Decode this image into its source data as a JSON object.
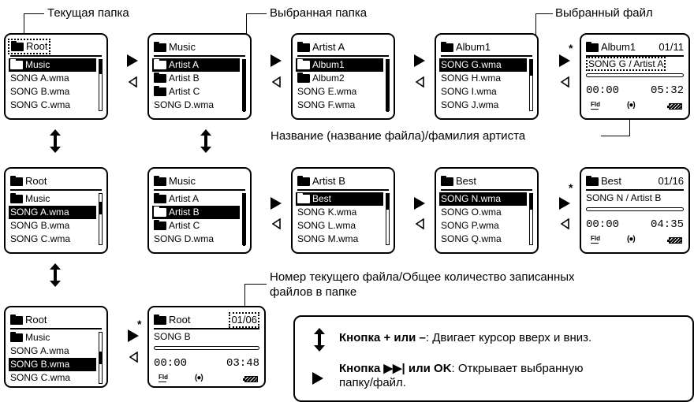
{
  "labels": {
    "current_folder": "Текущая папка",
    "selected_folder": "Выбранная папка",
    "selected_file": "Выбранный файл",
    "title_artist": "Название (название файла)/фамилия артиста",
    "file_count_line1": "Номер текущего файла/Общее количество записанных",
    "file_count_line2": "файлов в папке"
  },
  "screens": {
    "r1c1": {
      "header": "Root",
      "rows": [
        "Music",
        "SONG A.wma",
        "SONG B.wma",
        "SONG C.wma"
      ]
    },
    "r1c2": {
      "header": "Music",
      "rows": [
        "Artist A",
        "Artist B",
        "Artist C",
        "SONG D.wma"
      ]
    },
    "r1c3": {
      "header": "Artist A",
      "rows": [
        "Album1",
        "Album2",
        "SONG E.wma",
        "SONG F.wma"
      ]
    },
    "r1c4": {
      "header": "Album1",
      "rows": [
        "SONG G.wma",
        "SONG H.wma",
        "SONG I.wma",
        "SONG J.wma"
      ]
    },
    "r1c5": {
      "header": "Album1",
      "counter": "01/11",
      "title": "SONG G / Artist A",
      "elapsed": "00:00",
      "total": "05:32",
      "fld": "Fld",
      "rec": "(●)"
    },
    "r2c1": {
      "header": "Root",
      "rows": [
        "Music",
        "SONG A.wma",
        "SONG B.wma",
        "SONG C.wma"
      ]
    },
    "r2c2": {
      "header": "Music",
      "rows": [
        "Artist A",
        "Artist B",
        "Artist C",
        "SONG D.wma"
      ]
    },
    "r2c3": {
      "header": "Artist B",
      "rows": [
        "Best",
        "SONG K.wma",
        "SONG L.wma",
        "SONG M.wma"
      ]
    },
    "r2c4": {
      "header": "Best",
      "rows": [
        "SONG N.wma",
        "SONG O.wma",
        "SONG P.wma",
        "SONG Q.wma"
      ]
    },
    "r2c5": {
      "header": "Best",
      "counter": "01/16",
      "title": "SONG N / Artist B",
      "elapsed": "00:00",
      "total": "04:35",
      "fld": "Fld",
      "rec": "(●)"
    },
    "r3c1": {
      "header": "Root",
      "rows": [
        "Music",
        "SONG A.wma",
        "SONG B.wma",
        "SONG C.wma"
      ]
    },
    "r3c2": {
      "header": "Root",
      "counter": "01/06",
      "title": "SONG B",
      "elapsed": "00:00",
      "total": "03:48",
      "fld": "Fld",
      "rec": "(●)"
    }
  },
  "star": "*",
  "legend": {
    "line1_bold": "Кнопка + или –",
    "line1_rest": ": Двигает курсор вверх и вниз.",
    "line2_bold": "Кнопка ▶▶| или OK",
    "line2_rest": ": Открывает выбранную",
    "line3": "папку/файл."
  }
}
